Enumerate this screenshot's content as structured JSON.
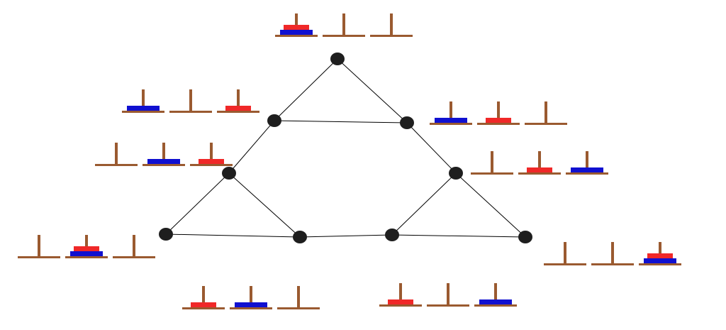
{
  "colors": {
    "peg": "#9a5a30",
    "small_disk": "#f02828",
    "large_disk": "#1010d0",
    "node": "#1e1e1e",
    "edge": "#000000"
  },
  "disks": [
    "small_red",
    "large_blue"
  ],
  "states": [
    {
      "id": "s1",
      "small": 1,
      "large": 1
    },
    {
      "id": "s2",
      "small": 3,
      "large": 1
    },
    {
      "id": "s3",
      "small": 2,
      "large": 1
    },
    {
      "id": "s4",
      "small": 3,
      "large": 2
    },
    {
      "id": "s5",
      "small": 2,
      "large": 3
    },
    {
      "id": "s6",
      "small": 2,
      "large": 2
    },
    {
      "id": "s7",
      "small": 1,
      "large": 2
    },
    {
      "id": "s8",
      "small": 1,
      "large": 3
    },
    {
      "id": "s9",
      "small": 3,
      "large": 3
    }
  ],
  "edges": [
    [
      "s1",
      "s2"
    ],
    [
      "s1",
      "s3"
    ],
    [
      "s2",
      "s3"
    ],
    [
      "s2",
      "s4"
    ],
    [
      "s3",
      "s5"
    ],
    [
      "s4",
      "s6"
    ],
    [
      "s4",
      "s7"
    ],
    [
      "s6",
      "s7"
    ],
    [
      "s7",
      "s8"
    ],
    [
      "s5",
      "s8"
    ],
    [
      "s5",
      "s9"
    ],
    [
      "s8",
      "s9"
    ]
  ]
}
